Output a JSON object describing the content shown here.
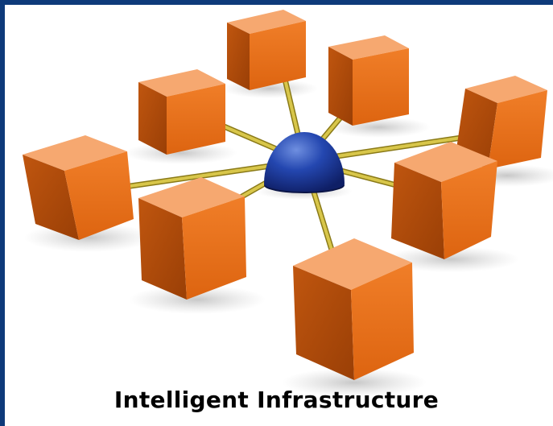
{
  "caption": "Intelligent Infrastructure",
  "colors": {
    "frame": "#0e3a7a",
    "cube_front": "#e8701c",
    "cube_top": "#f5a066",
    "cube_side": "#b24c0c",
    "hub": "#1d3d9c",
    "connector": "#cbb833"
  },
  "diagram": {
    "hub": "hub-sphere",
    "nodes": [
      "cube-1",
      "cube-2",
      "cube-3",
      "cube-4",
      "cube-5",
      "cube-6",
      "cube-7",
      "cube-8"
    ]
  }
}
